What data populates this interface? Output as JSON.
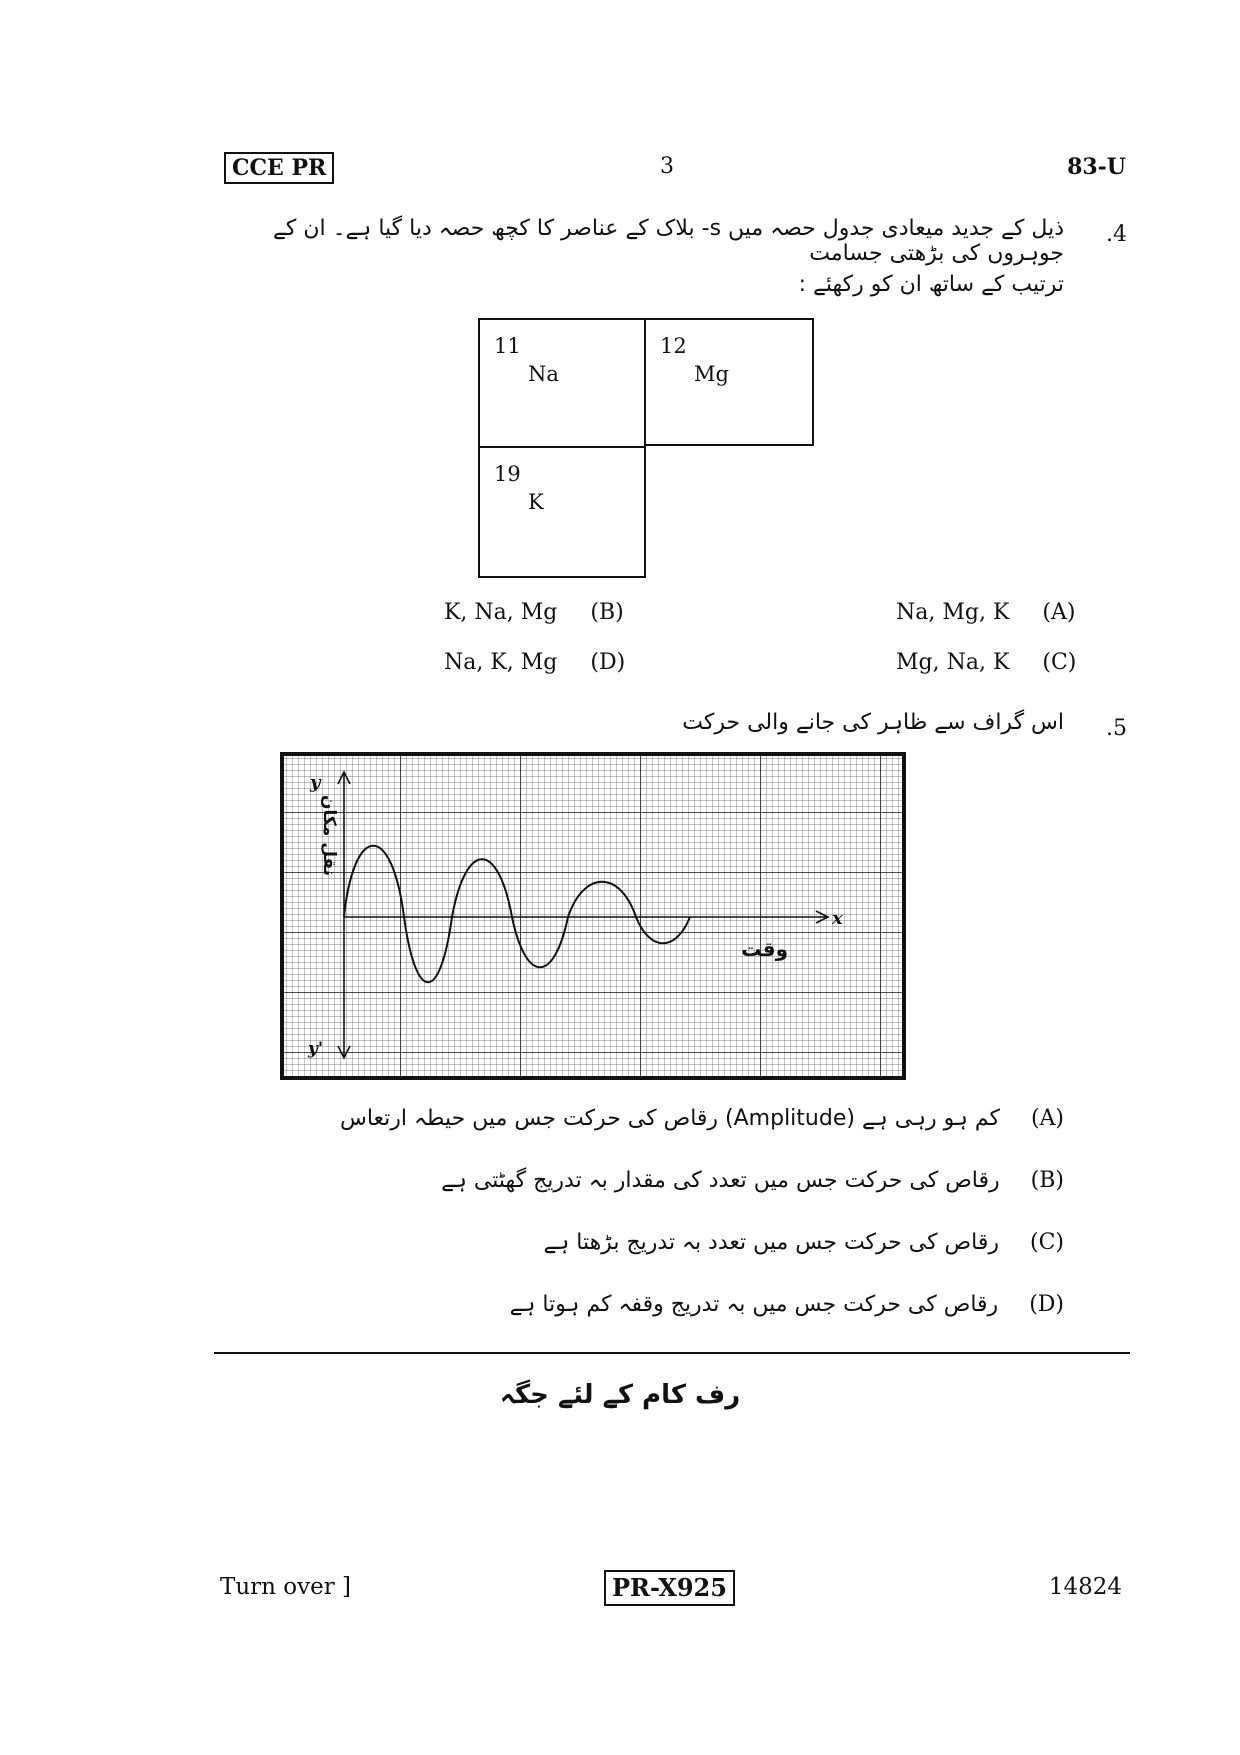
{
  "header": {
    "left_box": "CCE PR",
    "page_number": "3",
    "right_code": "83-U"
  },
  "q4": {
    "number": ".4",
    "text_line1": "ذیل کے جدید میعادی جدول حصہ میں s- بلاک کے عناصر کا کچھ حصہ دیا گیا ہے۔ ان کے جوہروں کی بڑھتی جسامت",
    "text_line2": "ترتیب کے ساتھ ان کو رکھئے :",
    "elements": [
      {
        "z": "11",
        "symbol": "Na"
      },
      {
        "z": "12",
        "symbol": "Mg"
      },
      {
        "z": "19",
        "symbol": "K"
      }
    ],
    "options": [
      {
        "letter": "(A)",
        "text": "Na, Mg, K"
      },
      {
        "letter": "(B)",
        "text": "K, Na, Mg"
      },
      {
        "letter": "(C)",
        "text": "Mg, Na, K"
      },
      {
        "letter": "(D)",
        "text": "Na, K, Mg"
      }
    ]
  },
  "q5": {
    "number": ".5",
    "text": "اس گراف سے ظاہر کی جانے والی حرکت",
    "graph": {
      "y_label": "y",
      "y_neg_label": "y'",
      "x_label": "x",
      "x_axis_title": "وقت",
      "y_axis_title": "نقل مکان"
    },
    "options": [
      {
        "letter": "(A)",
        "text": "رقاص کی حرکت جس میں حیطہ ارتعاس (Amplitude) کم ہو رہی ہے"
      },
      {
        "letter": "(B)",
        "text": "رقاص کی حرکت جس میں تعدد کی مقدار بہ تدریج گھٹتی ہے"
      },
      {
        "letter": "(C)",
        "text": "رقاص کی حرکت جس میں تعدد بہ تدریج بڑھتا ہے"
      },
      {
        "letter": "(D)",
        "text": "رقاص کی حرکت جس میں بہ تدریج وقفہ کم ہوتا ہے"
      }
    ]
  },
  "rough_work": "رف کام کے لئے جگہ",
  "footer": {
    "left": "Turn over ]",
    "center_box": "PR-X925",
    "right": "14824"
  }
}
